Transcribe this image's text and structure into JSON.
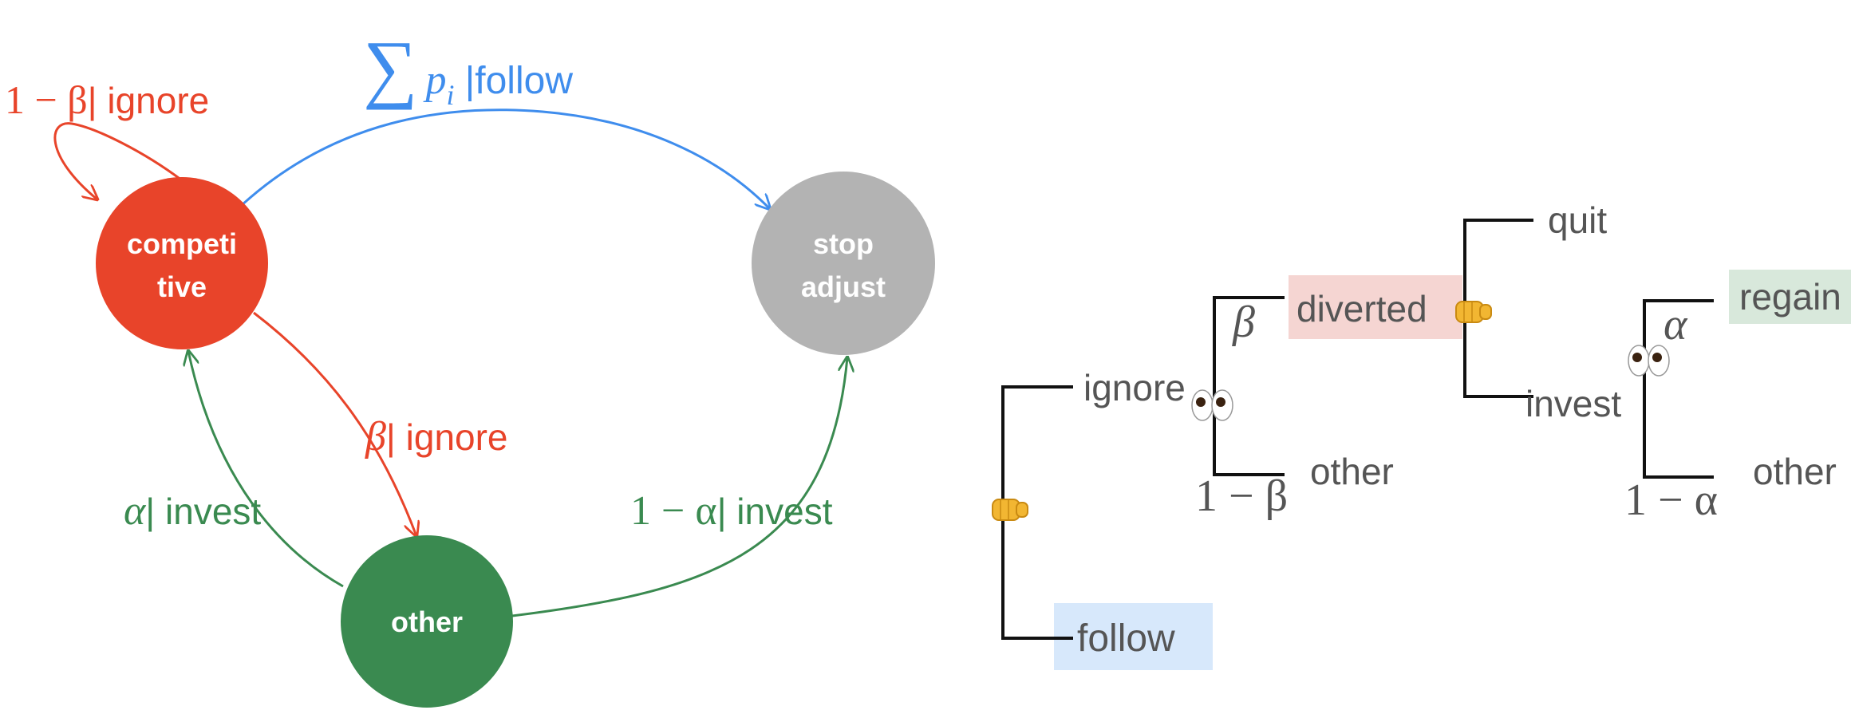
{
  "colors": {
    "red": "#e8442a",
    "blue": "#3f8ded",
    "green": "#3a8a50",
    "gray": "#b3b3b3",
    "tree_text": "#555555",
    "highlight_red": "#f5d5d2",
    "highlight_blue": "#d7e8fb",
    "highlight_green": "#d8e8db"
  },
  "state_diagram": {
    "nodes": {
      "competitive": {
        "line1": "competi",
        "line2": "tive"
      },
      "stop_adjust": {
        "line1": "stop",
        "line2": "adjust"
      },
      "other": {
        "label": "other"
      }
    },
    "edges": {
      "self_loop": {
        "prob": "1 − β",
        "action": "| ignore"
      },
      "to_stop": {
        "prob": "∑",
        "prob_var": "p",
        "prob_sub": "i",
        "action": " |follow"
      },
      "to_other": {
        "prob": "β",
        "action": "| ignore"
      },
      "other_to_competitive": {
        "prob": "α",
        "action": "| invest"
      },
      "other_to_stop": {
        "prob": "1 − α",
        "action": "| invest"
      }
    }
  },
  "tree": {
    "root_icon": "fist-icon",
    "ignore": "ignore",
    "follow": "follow",
    "beta": "β",
    "one_minus_beta": "1 − β",
    "diverted": "diverted",
    "other1": "other",
    "quit": "quit",
    "invest": "invest",
    "alpha": "α",
    "one_minus_alpha": "1 − α",
    "regain": "regain",
    "other2": "other",
    "chance_icon": "eyes-icon",
    "choice_icon": "fist-icon"
  }
}
